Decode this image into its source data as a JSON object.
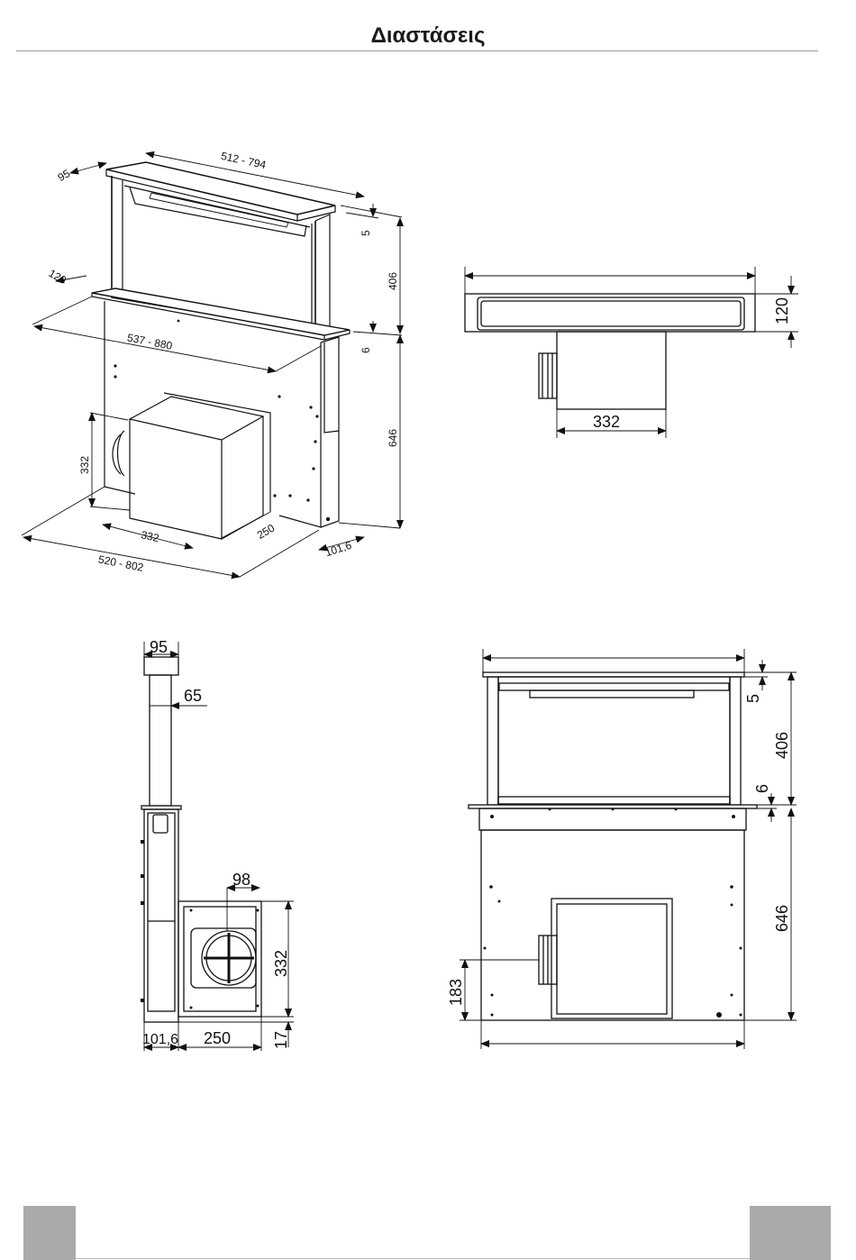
{
  "title": "Διαστάσεις",
  "views": {
    "iso": {
      "width_range": "512 - 794",
      "depth_top": "95",
      "height_5": "5",
      "height_406": "406",
      "height_6": "6",
      "height_646": "646",
      "offset_120": "120",
      "width_537_880": "537 - 880",
      "motor_332_h": "332",
      "motor_332_w": "332",
      "motor_250": "250",
      "depth_101_6": "101,6",
      "width_520_802": "520 - 802"
    },
    "top": {
      "dim_120": "120",
      "dim_332": "332"
    },
    "side": {
      "dim_95": "95",
      "dim_65": "65",
      "dim_98": "98",
      "dim_332": "332",
      "dim_101_6": "101,6",
      "dim_250": "250",
      "dim_17": "17"
    },
    "front": {
      "dim_5": "5",
      "dim_406": "406",
      "dim_6": "6",
      "dim_646": "646",
      "dim_183": "183"
    }
  }
}
